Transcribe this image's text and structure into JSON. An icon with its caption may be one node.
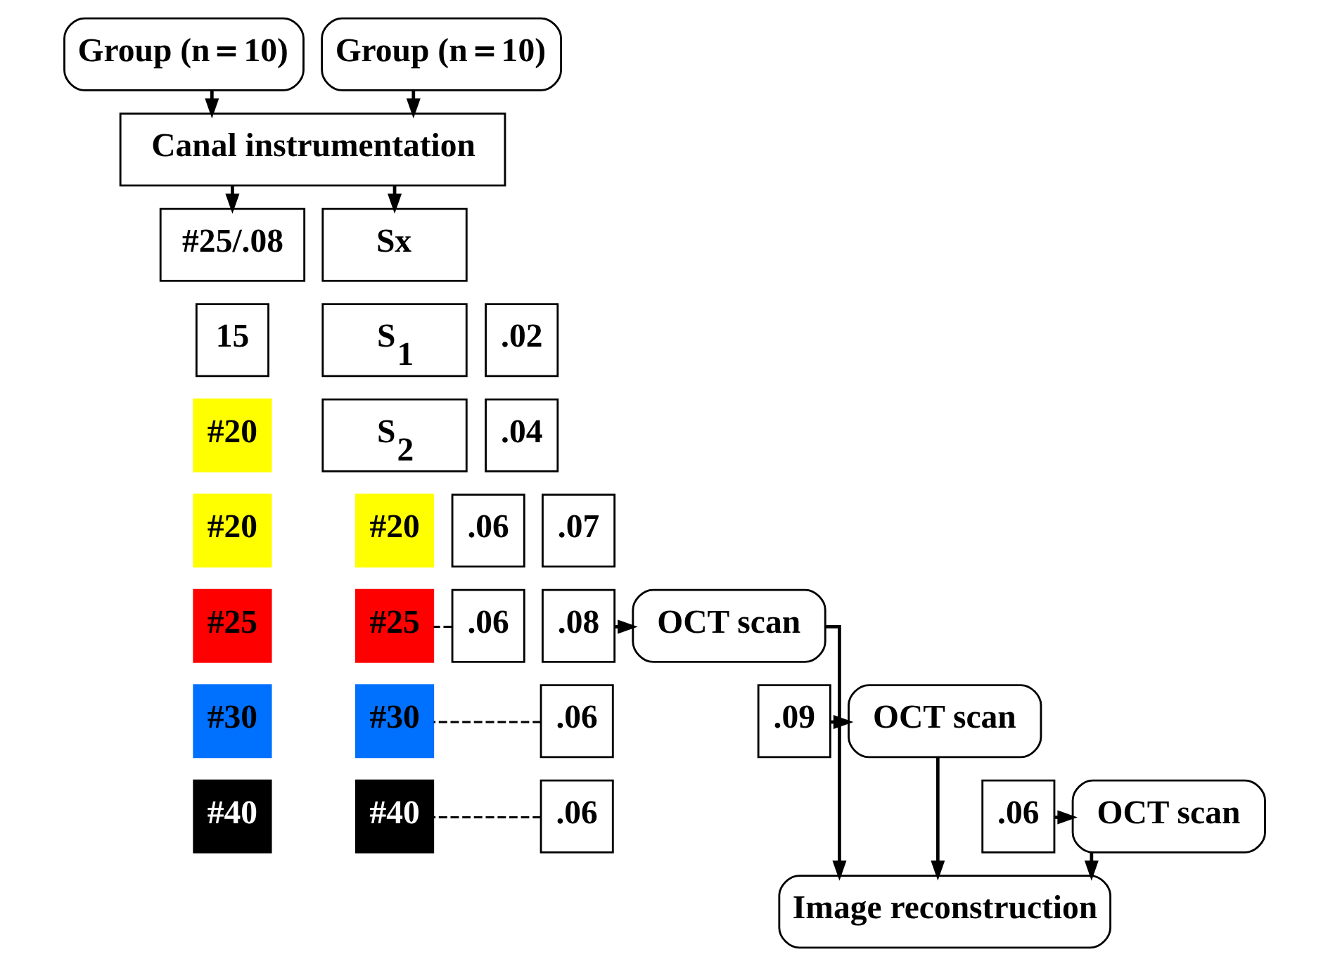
{
  "diagram": {
    "nodes": [
      {
        "text": [
          "Group (n＝10)"
        ]
      },
      {
        "text": [
          "Group (n＝10)"
        ]
      },
      {
        "text": [
          "Canal instrumentation"
        ]
      },
      {
        "text": [
          "#25/.08"
        ]
      },
      {
        "text": [
          "15"
        ]
      },
      {
        "text": [
          ".02"
        ]
      },
      {
        "text": [
          "#20"
        ]
      },
      {
        "text": [
          ".04"
        ]
      },
      {
        "text": [
          "#20"
        ]
      },
      {
        "text": [
          ".06"
        ]
      },
      {
        "text": [
          "#25"
        ]
      },
      {
        "text": [
          ".06"
        ]
      },
      {
        "text": [
          "#30"
        ]
      },
      {
        "text": [
          ".06"
        ]
      },
      {
        "text": [
          "#40"
        ]
      },
      {
        "text": [
          ".06"
        ]
      },
      {
        "text": [
          "Sx"
        ]
      },
      {
        "text": [
          "S$_{1}$"
        ]
      },
      {
        "text": [
          "S$_{2}$"
        ]
      },
      {
        "text": [
          "#20"
        ]
      },
      {
        "text": [
          ".07"
        ]
      },
      {
        "text": [
          "#25"
        ]
      },
      {
        "text": [
          ".08"
        ]
      },
      {
        "text": [
          "#30"
        ]
      },
      {
        "text": [
          ".09"
        ]
      },
      {
        "text": [
          "#40"
        ]
      },
      {
        "text": [
          ".06"
        ]
      },
      {
        "text": [
          "OCT scan"
        ]
      },
      {
        "text": [
          "OCT scan"
        ]
      },
      {
        "text": [
          "OCT scan"
        ]
      },
      {
        "text": [
          "Image reconstruction"
        ]
      }
    ],
    "edges": [
      {
        "from": 0,
        "to": 2,
        "arrow": "to"
      },
      {
        "from": 1,
        "to": 2,
        "arrow": "to"
      },
      {
        "from": 2,
        "to": 3,
        "arrow": "to"
      },
      {
        "from": 2,
        "to": 16,
        "arrow": "to"
      },
      {
        "from": 11,
        "to": 21,
        "arrow": "none",
        "style": "dashed"
      },
      {
        "from": 13,
        "to": 23,
        "arrow": "none",
        "style": "dashed"
      },
      {
        "from": 15,
        "to": 25,
        "arrow": "none",
        "style": "dashed"
      },
      {
        "from": 22,
        "to": 27,
        "arrow": "to"
      },
      {
        "from": 24,
        "to": 28,
        "arrow": "to"
      },
      {
        "from": 26,
        "to": 29,
        "arrow": "to"
      },
      {
        "from": 27,
        "to": 30,
        "arrow": "to"
      },
      {
        "from": 28,
        "to": 30,
        "arrow": "to"
      },
      {
        "from": 29,
        "to": 30,
        "arrow": "to"
      }
    ]
  }
}
